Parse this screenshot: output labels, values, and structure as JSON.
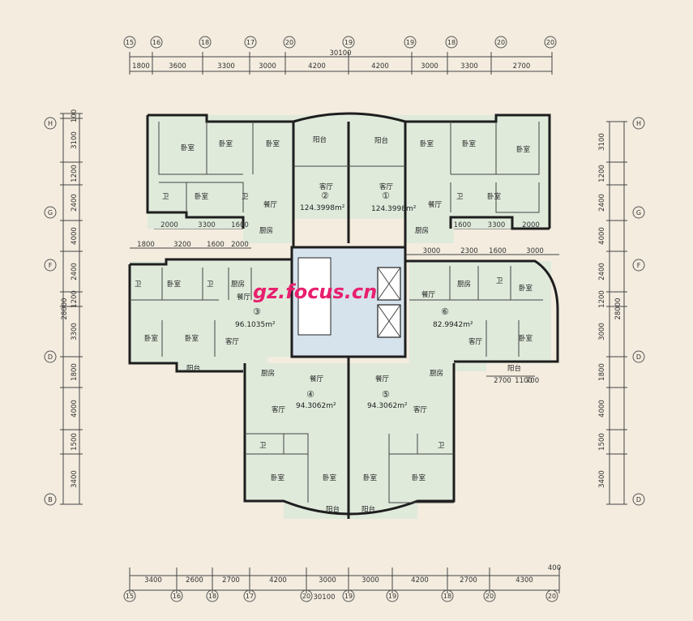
{
  "dims": {
    "top_total": "30100",
    "top_segments": [
      "1800",
      "3600",
      "3300",
      "3000",
      "4200",
      "4200",
      "3000",
      "3300",
      "2700"
    ],
    "bottom_total": "30100",
    "bottom_segments": [
      "3400",
      "2600",
      "2700",
      "4200",
      "3000",
      "3000",
      "4200",
      "2700",
      "4300"
    ],
    "bottom_extra": "400",
    "left_segments": [
      "100",
      "3100",
      "1200",
      "2400",
      "4000",
      "2400",
      "1200",
      "3300",
      "1800",
      "4000",
      "1500",
      "3400"
    ],
    "left_total": "28000",
    "right_segments": [
      "3100",
      "1200",
      "2400",
      "4000",
      "2400",
      "1200",
      "3000",
      "1800",
      "4000",
      "1500",
      "3400"
    ],
    "right_total": "28000",
    "north_upper": [
      "2000",
      "3300",
      "1600"
    ],
    "north_upper_right": [
      "1600",
      "3300",
      "2000"
    ],
    "west_mid": [
      "1800",
      "3200",
      "1600",
      "2000"
    ],
    "east_mid": [
      "3000",
      "2300",
      "1600",
      "3000"
    ],
    "east_small": [
      "2700",
      "1100",
      "700"
    ]
  },
  "axes": {
    "top": [
      "15",
      "16",
      "18",
      "17",
      "20",
      "19",
      "19",
      "18",
      "20"
    ],
    "bottom": [
      "15",
      "16",
      "18",
      "17",
      "20",
      "19",
      "19",
      "18",
      "20"
    ],
    "left": [
      "H",
      "G",
      "F",
      "D",
      "B"
    ],
    "right": [
      "H",
      "G",
      "F",
      "D",
      "D"
    ]
  },
  "units": [
    {
      "num": "①",
      "area": "124.3998m²",
      "label": "客厅"
    },
    {
      "num": "②",
      "area": "124.3998m²",
      "label": "客厅"
    },
    {
      "num": "③",
      "area": "96.1035m²",
      "label": "客厅"
    },
    {
      "num": "④",
      "area": "94.3062m²",
      "label": "客厅"
    },
    {
      "num": "⑤",
      "area": "94.3062m²",
      "label": "客厅"
    },
    {
      "num": "⑥",
      "area": "82.9942m²",
      "label": "客厅"
    }
  ],
  "rooms": {
    "bedroom": "卧室",
    "balcony": "阳台",
    "dining": "餐厅",
    "kitchen": "厨房",
    "wc": "卫",
    "living": "客厅"
  },
  "watermark": "gz.focus.cn"
}
